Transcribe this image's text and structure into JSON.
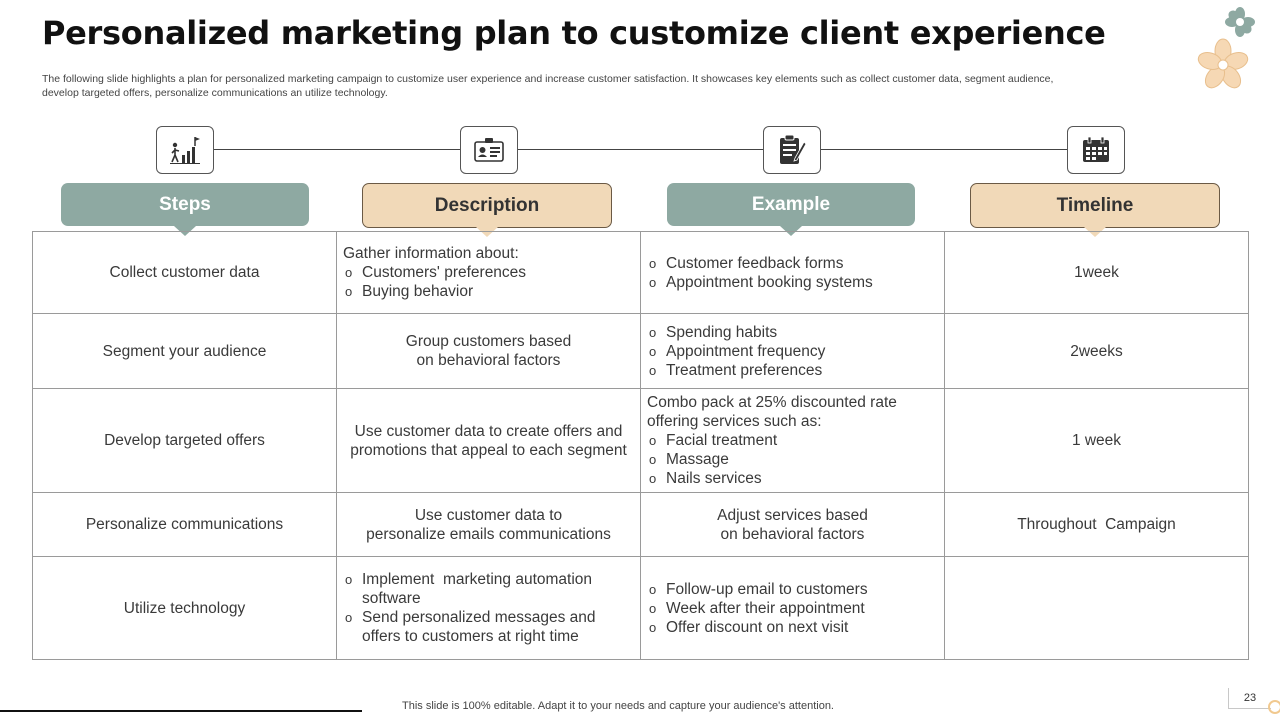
{
  "slide": {
    "title": "Personalized marketing plan to customize client experience",
    "subtitle": "The following slide highlights a plan for personalized marketing campaign to customize user experience and increase customer satisfaction. It showcases key elements such as collect customer data, segment audience, develop targeted offers, personalize communications an utilize technology."
  },
  "icons": [
    "growth-steps-icon",
    "id-card-icon",
    "clipboard-pen-icon",
    "calendar-icon"
  ],
  "headers": [
    "Steps",
    "Description",
    "Example",
    "Timeline"
  ],
  "colors": {
    "green_tab": "#8ea9a2",
    "beige_tab": "#f1d9b8",
    "border": "#9a9a9a"
  },
  "rows": [
    {
      "step": "Collect customer data",
      "description": {
        "intro": "Gather information about:",
        "items": [
          "Customers' preferences",
          "Buying behavior"
        ]
      },
      "example": {
        "items": [
          "Customer feedback forms",
          "Appointment booking systems"
        ]
      },
      "timeline": "1week"
    },
    {
      "step": "Segment your audience",
      "description": {
        "lines": [
          "Group customers based",
          "on behavioral factors"
        ]
      },
      "example": {
        "items": [
          "Spending habits",
          "Appointment frequency",
          "Treatment preferences"
        ]
      },
      "timeline": "2weeks"
    },
    {
      "step": "Develop targeted offers",
      "description": {
        "lines": [
          "Use customer data to create offers and",
          "promotions that appeal to each segment"
        ]
      },
      "example": {
        "intro1": "Combo pack at 25% discounted rate",
        "intro2": "offering services such as:",
        "items": [
          "Facial treatment",
          "Massage",
          "Nails services"
        ]
      },
      "timeline": "1 week"
    },
    {
      "step": "Personalize communications",
      "description": {
        "lines": [
          "Use customer data to",
          "personalize emails communications"
        ]
      },
      "example": {
        "lines": [
          "Adjust services based",
          "on behavioral factors"
        ]
      },
      "timeline": "Throughout  Campaign"
    },
    {
      "step": "Utilize technology",
      "description": {
        "items": [
          {
            "l1": "Implement  marketing automation",
            "l2": "software"
          },
          {
            "l1": "Send personalized messages and",
            "l2": "offers to customers at right time"
          }
        ]
      },
      "example": {
        "items": [
          "Follow-up email to customers",
          "Week after their appointment",
          "Offer discount on next visit"
        ]
      },
      "timeline": ""
    }
  ],
  "footer": {
    "note": "This slide is 100% editable. Adapt it to your needs and capture your audience's attention.",
    "page_number": "23"
  }
}
